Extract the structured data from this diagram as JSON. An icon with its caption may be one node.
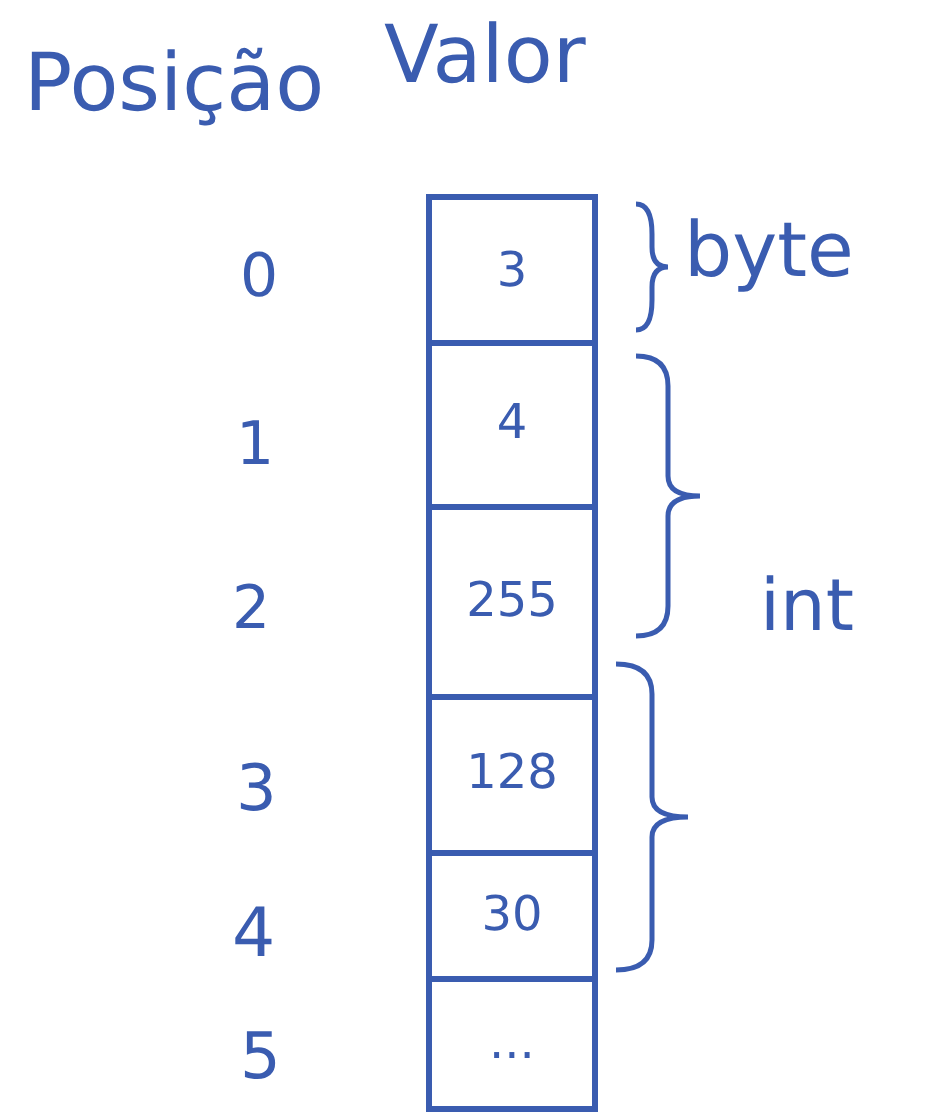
{
  "diagram": {
    "nodes": [
      {
        "text": [
          "3"
        ]
      },
      {
        "text": [
          "4"
        ]
      },
      {
        "text": [
          "255"
        ]
      },
      {
        "text": [
          "128"
        ]
      },
      {
        "text": [
          "30"
        ]
      },
      {
        "text": [
          "..."
        ]
      }
    ],
    "edges": [],
    "labels": [
      "Posição",
      "Valor",
      "0",
      "byte",
      "1",
      "2",
      "int",
      "3",
      "4",
      "5"
    ]
  }
}
